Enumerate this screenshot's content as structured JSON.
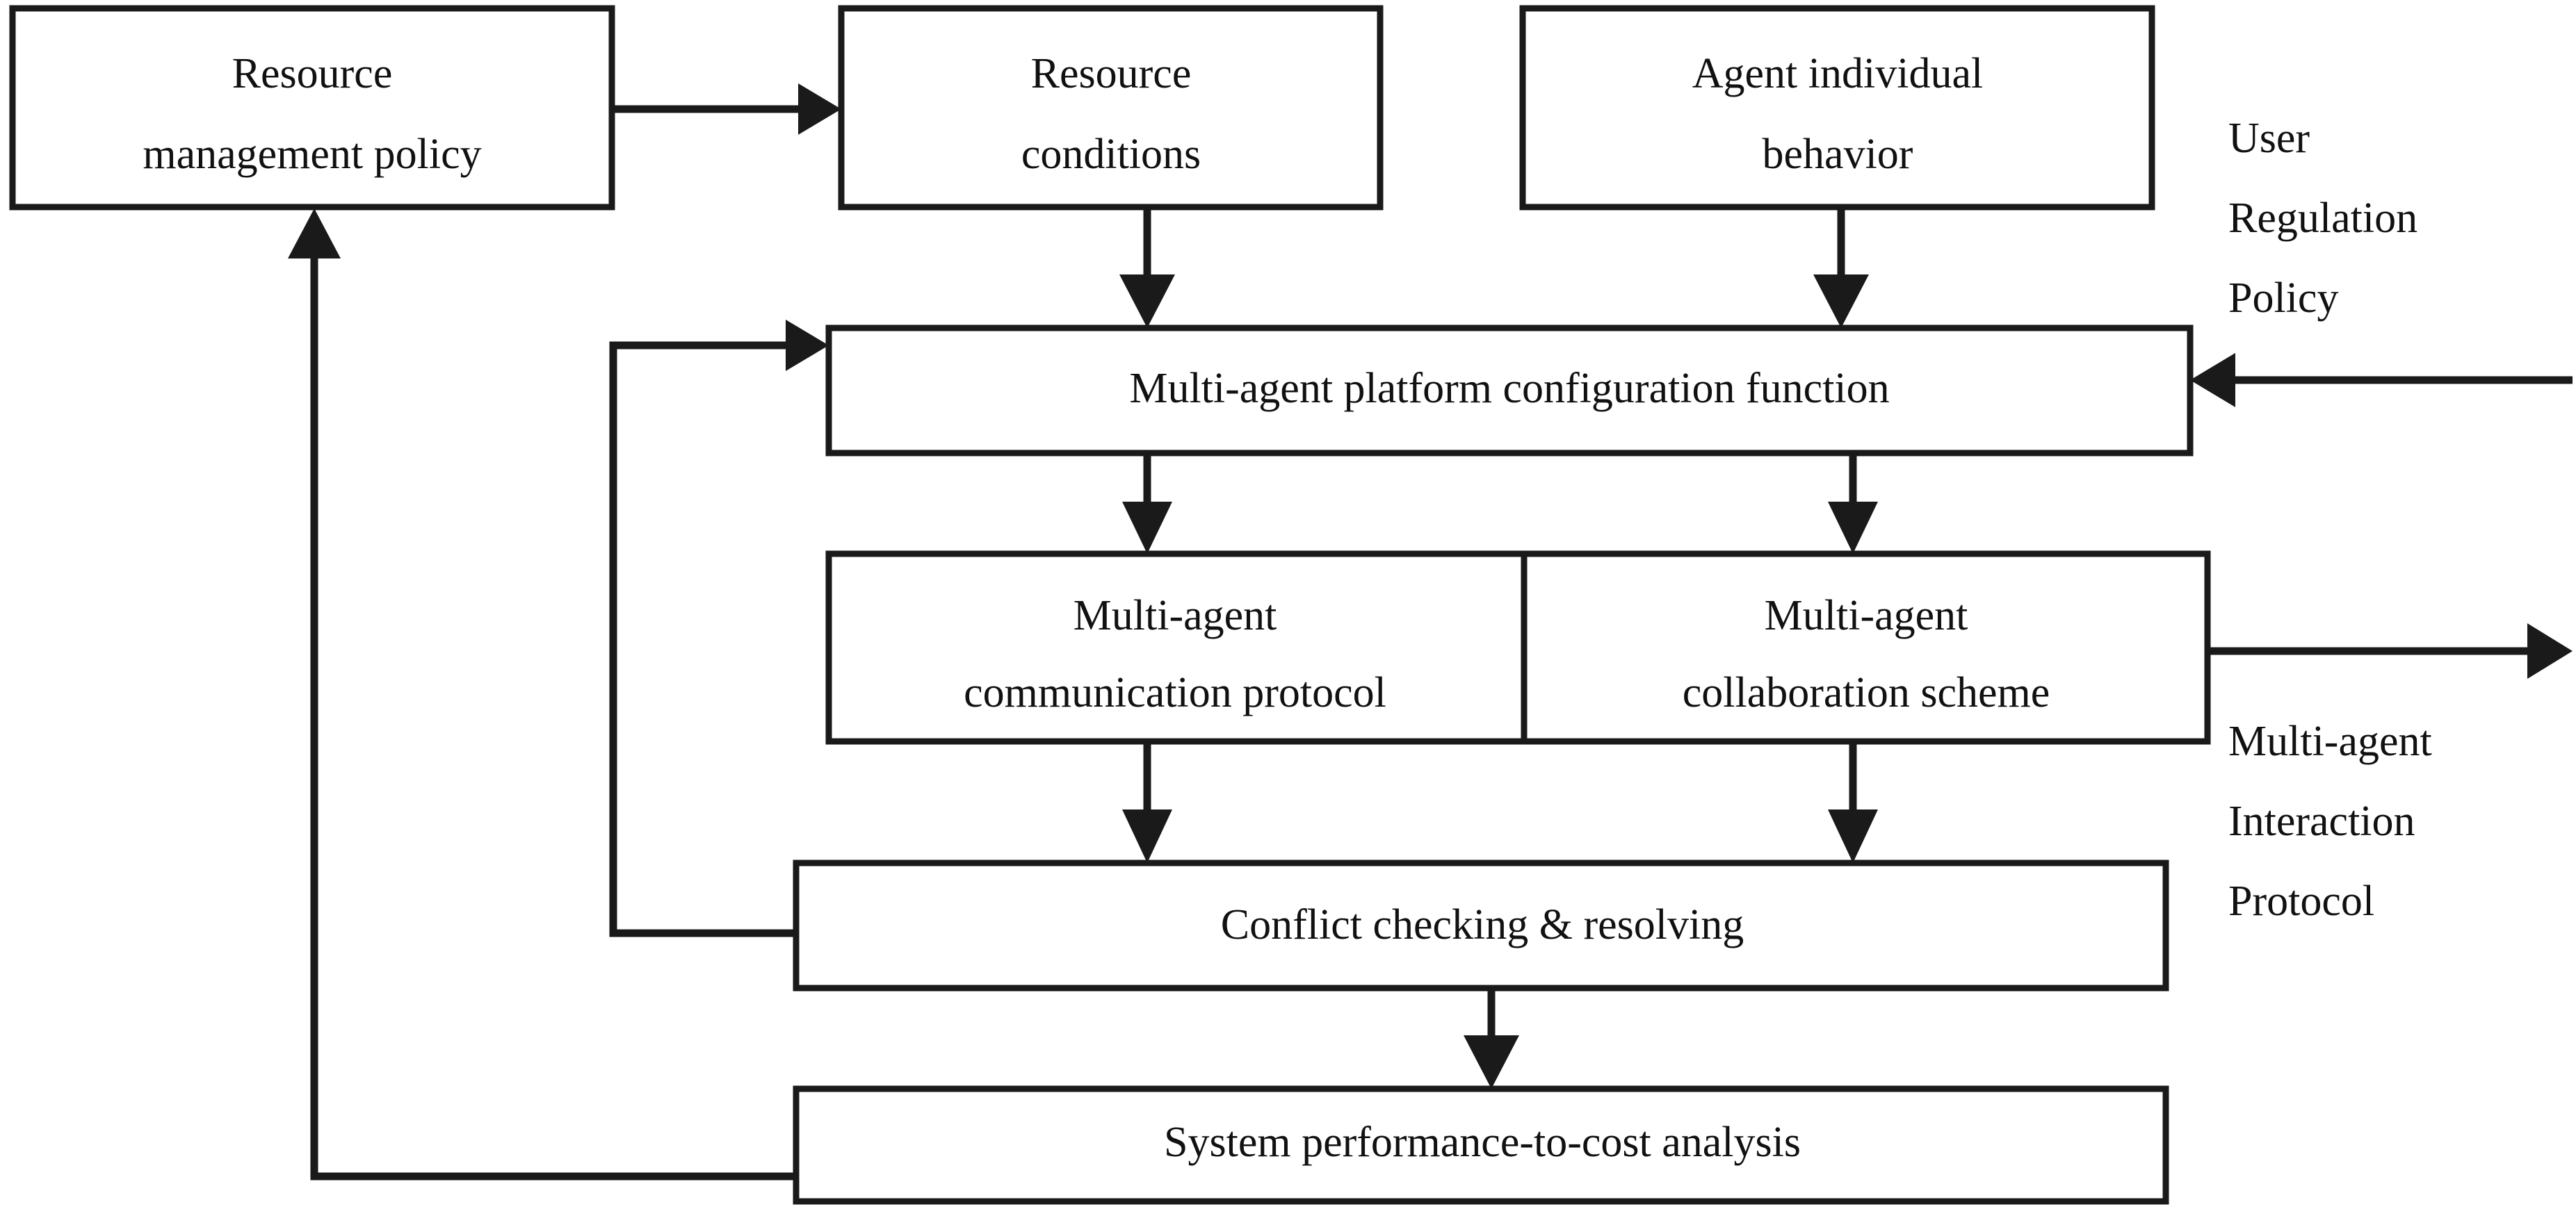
{
  "diagram": {
    "type": "block-flow-diagram",
    "background_color": "#ffffff",
    "stroke_color": "#1a1a1a",
    "text_color": "#111111",
    "boxes": {
      "resource_management_policy": {
        "line1": "Resource",
        "line2": "management policy"
      },
      "resource_conditions": {
        "line1": "Resource",
        "line2": "conditions"
      },
      "agent_individual_behavior": {
        "line1": "Agent individual",
        "line2": "behavior"
      },
      "platform_configuration": {
        "line1": "Multi-agent platform configuration function"
      },
      "communication_protocol": {
        "line1": "Multi-agent",
        "line2": "communication protocol"
      },
      "collaboration_scheme": {
        "line1": "Multi-agent",
        "line2": "collaboration scheme"
      },
      "conflict_checking": {
        "line1": "Conflict checking & resolving"
      },
      "performance_analysis": {
        "line1": "System performance-to-cost analysis"
      }
    },
    "side_labels": {
      "user_regulation_policy": {
        "line1": "User",
        "line2": "Regulation",
        "line3": "Policy"
      },
      "multi_agent_interaction_protocol": {
        "line1": "Multi-agent",
        "line2": "Interaction",
        "line3": "Protocol"
      }
    },
    "connections": [
      {
        "name": "policy-to-conditions",
        "from": "resource_management_policy",
        "to": "resource_conditions",
        "direction": "right"
      },
      {
        "name": "conditions-to-configuration",
        "from": "resource_conditions",
        "to": "platform_configuration",
        "direction": "down"
      },
      {
        "name": "behavior-to-configuration",
        "from": "agent_individual_behavior",
        "to": "platform_configuration",
        "direction": "down"
      },
      {
        "name": "user-policy-to-configuration",
        "from": "user_regulation_policy",
        "to": "platform_configuration",
        "direction": "left"
      },
      {
        "name": "configuration-to-communication",
        "from": "platform_configuration",
        "to": "communication_protocol",
        "direction": "down"
      },
      {
        "name": "configuration-to-collaboration",
        "from": "platform_configuration",
        "to": "collaboration_scheme",
        "direction": "down"
      },
      {
        "name": "collaboration-to-interaction-protocol",
        "from": "collaboration_scheme",
        "to": "multi_agent_interaction_protocol",
        "direction": "right"
      },
      {
        "name": "communication-to-conflict",
        "from": "communication_protocol",
        "to": "conflict_checking",
        "direction": "down"
      },
      {
        "name": "collaboration-to-conflict",
        "from": "collaboration_scheme",
        "to": "conflict_checking",
        "direction": "down"
      },
      {
        "name": "conflict-to-performance",
        "from": "conflict_checking",
        "to": "performance_analysis",
        "direction": "down"
      },
      {
        "name": "conflict-feedback-to-configuration",
        "from": "conflict_checking",
        "to": "platform_configuration",
        "direction": "left-up-right"
      },
      {
        "name": "performance-feedback-to-policy",
        "from": "performance_analysis",
        "to": "resource_management_policy",
        "direction": "left-up"
      }
    ]
  }
}
